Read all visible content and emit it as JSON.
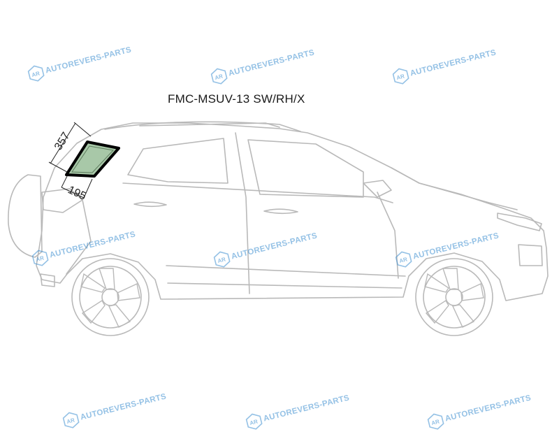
{
  "diagram": {
    "part_code": "FMC-MSUV-13 SW/RH/X",
    "dimensions": {
      "height": "357",
      "width": "195"
    },
    "highlight_color": "#a8c8a8",
    "line_color": "#b9b9b9",
    "watermark": {
      "text": "AUTOREVERS-PARTS",
      "logo": "AR",
      "color": "#3d8fd1"
    }
  }
}
